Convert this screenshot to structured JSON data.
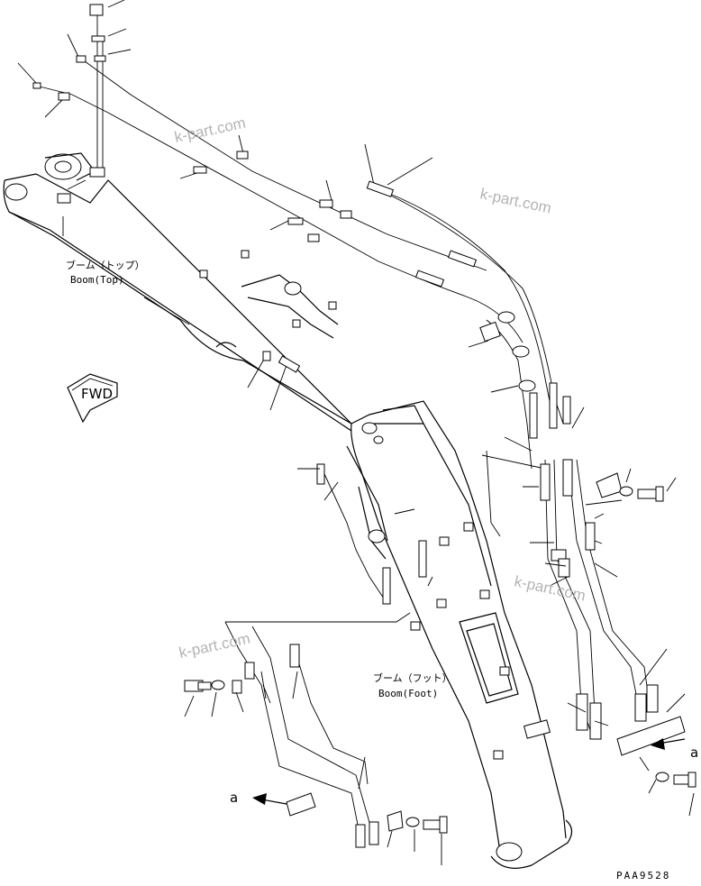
{
  "labels": {
    "boom_top_jp": "ブーム（トップ）",
    "boom_top_en": "Boom(Top)",
    "boom_foot_jp": "ブーム（フット）",
    "boom_foot_en": "Boom(Foot)",
    "fwd": "FWD",
    "ref_a_left": "a",
    "ref_a_right": "a",
    "drawing_code": "PAA9528"
  },
  "watermarks": [
    "k-part.com",
    "k-part.com",
    "k-part.com",
    "k-part.com"
  ]
}
